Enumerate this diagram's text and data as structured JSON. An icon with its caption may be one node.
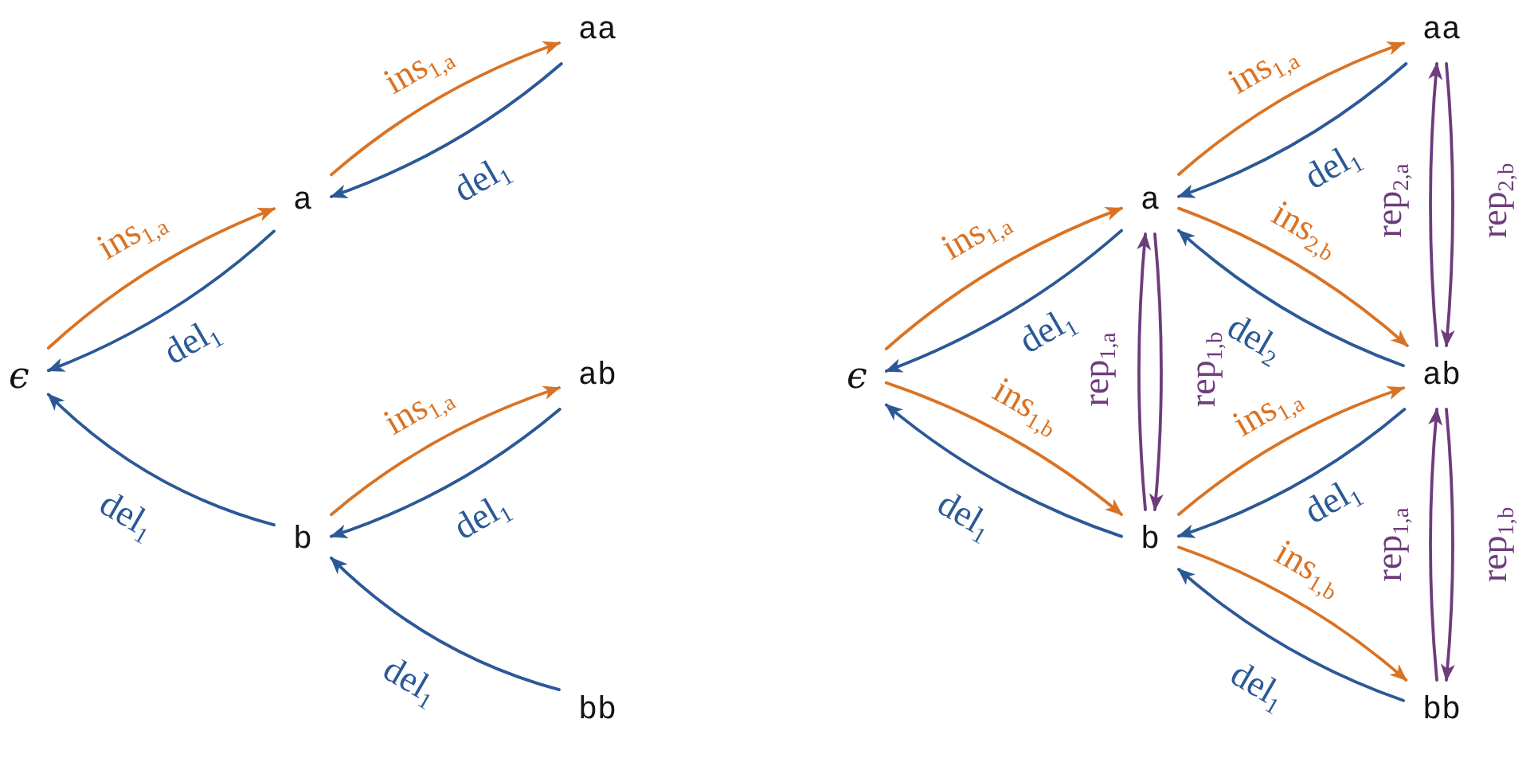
{
  "diagram": {
    "nodes": [
      {
        "text": [
          "aa"
        ]
      },
      {
        "text": [
          "a"
        ]
      },
      {
        "text": [
          "ϵ"
        ]
      },
      {
        "text": [
          "ab"
        ]
      },
      {
        "text": [
          "b"
        ]
      },
      {
        "text": [
          "bb"
        ]
      },
      {
        "text": [
          "aa"
        ]
      },
      {
        "text": [
          "a"
        ]
      },
      {
        "text": [
          "ϵ"
        ]
      },
      {
        "text": [
          "ab"
        ]
      },
      {
        "text": [
          "b"
        ]
      },
      {
        "text": [
          "bb"
        ]
      }
    ],
    "edges": [
      {
        "from": 2,
        "to": 1,
        "arrow": "to",
        "label": "ins$_{1,a}$",
        "color": "#d97324"
      },
      {
        "from": 1,
        "to": 2,
        "arrow": "to",
        "label": "del$_{1}$"
      },
      {
        "from": 1,
        "to": 0,
        "arrow": "to",
        "label": "ins$_{1,a}$",
        "color": "#d97324"
      },
      {
        "from": 0,
        "to": 1,
        "arrow": "to",
        "label": "del$_{1}$"
      },
      {
        "from": 4,
        "to": 2,
        "arrow": "to",
        "label": "del$_{1}$"
      },
      {
        "from": 4,
        "to": 3,
        "arrow": "to",
        "label": "ins$_{1,a}$",
        "color": "#d97324"
      },
      {
        "from": 3,
        "to": 4,
        "arrow": "to",
        "label": "del$_{1}$"
      },
      {
        "from": 5,
        "to": 4,
        "arrow": "to",
        "label": "del$_{1}$"
      },
      {
        "from": 8,
        "to": 7,
        "arrow": "to",
        "label": "ins$_{1,a}$",
        "color": "#d97324"
      },
      {
        "from": 7,
        "to": 8,
        "arrow": "to",
        "label": "del$_{1}$"
      },
      {
        "from": 7,
        "to": 6,
        "arrow": "to",
        "label": "ins$_{1,a}$",
        "color": "#d97324"
      },
      {
        "from": 6,
        "to": 7,
        "arrow": "to",
        "label": "del$_{1}$"
      },
      {
        "from": 7,
        "to": 9,
        "arrow": "to",
        "label": "ins$_{2,b}$",
        "color": "#d97324"
      },
      {
        "from": 9,
        "to": 7,
        "arrow": "to",
        "label": "del$_{2}$"
      },
      {
        "from": 9,
        "to": 6,
        "arrow": "to",
        "label": "rep$_{2,a}$",
        "color": "#6e3c7d"
      },
      {
        "from": 6,
        "to": 9,
        "arrow": "to",
        "label": "rep$_{2,b}$",
        "color": "#6e3c7d"
      },
      {
        "from": 10,
        "to": 7,
        "arrow": "to",
        "label": "rep$_{1,a}$",
        "color": "#6e3c7d"
      },
      {
        "from": 7,
        "to": 10,
        "arrow": "to",
        "label": "rep$_{1,b}$",
        "color": "#6e3c7d"
      },
      {
        "from": 8,
        "to": 10,
        "arrow": "to",
        "label": "ins$_{1,b}$",
        "color": "#d97324"
      },
      {
        "from": 10,
        "to": 8,
        "arrow": "to",
        "label": "del$_{1}$"
      },
      {
        "from": 10,
        "to": 9,
        "arrow": "to",
        "label": "ins$_{1,a}$",
        "color": "#d97324"
      },
      {
        "from": 9,
        "to": 10,
        "arrow": "to",
        "label": "del$_{1}$"
      },
      {
        "from": 10,
        "to": 11,
        "arrow": "to",
        "label": "ins$_{1,b}$",
        "color": "#d97324"
      },
      {
        "from": 11,
        "to": 10,
        "arrow": "to",
        "label": "del$_{1}$"
      },
      {
        "from": 11,
        "to": 9,
        "arrow": "to",
        "label": "rep$_{1,a}$",
        "color": "#6e3c7d"
      },
      {
        "from": 9,
        "to": 11,
        "arrow": "to",
        "label": "rep$_{1,b}$",
        "color": "#6e3c7d"
      }
    ]
  }
}
